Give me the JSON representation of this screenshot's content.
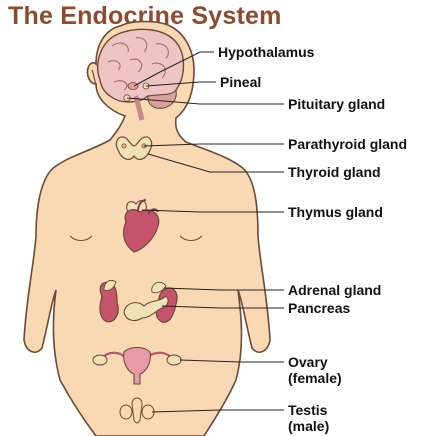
{
  "title": "The Endocrine System",
  "colors": {
    "title": "#8e4a2e",
    "skin": "#f9d9b4",
    "outline": "#6b4a34",
    "brain": "#efc4c4",
    "gland": "#f0e2b6",
    "organ": "#c4536b"
  },
  "labels": {
    "hypothalamus": "Hypothalamus",
    "pineal": "Pineal",
    "pituitary": "Pituitary gland",
    "parathyroid": "Parathyroid gland",
    "thyroid": "Thyroid gland",
    "thymus": "Thymus gland",
    "adrenal": "Adrenal gland",
    "pancreas": "Pancreas",
    "ovary_line1": "Ovary",
    "ovary_line2": "(female)",
    "testis_line1": "Testis",
    "testis_line2": "(male)"
  }
}
